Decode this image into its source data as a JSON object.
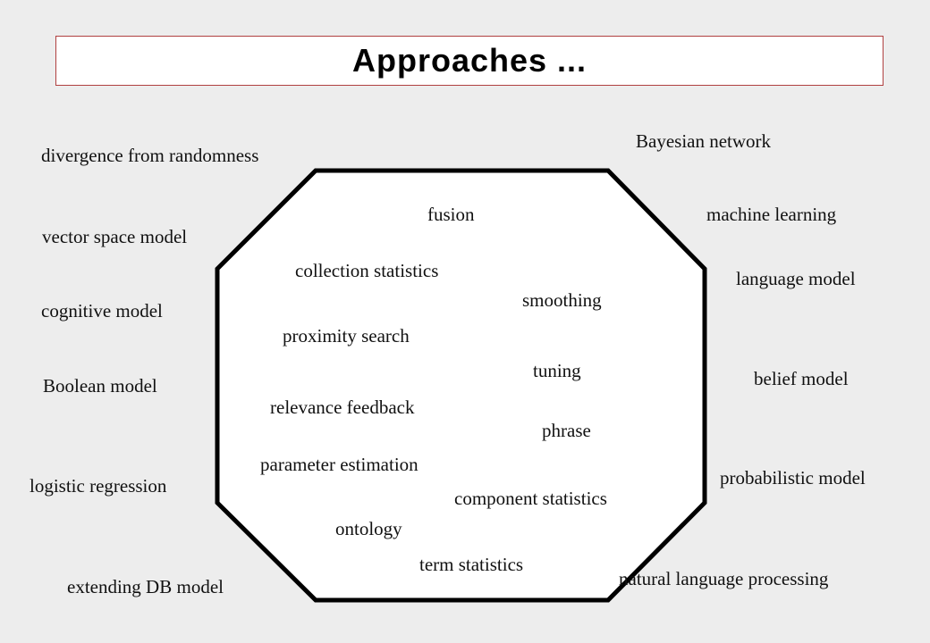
{
  "title": "Approaches ...",
  "colors": {
    "background": "#ededed",
    "title_border": "#b04040",
    "outline": "#000000"
  },
  "outer_terms": {
    "divergence_from_randomness": "divergence from randomness",
    "vector_space_model": "vector space model",
    "cognitive_model": "cognitive model",
    "boolean_model": "Boolean model",
    "logistic_regression": "logistic regression",
    "extending_db_model": "extending DB model",
    "bayesian_network": "Bayesian network",
    "machine_learning": "machine learning",
    "language_model": "language model",
    "belief_model": "belief model",
    "probabilistic_model": "probabilistic model",
    "natural_language_processing": "natural language processing"
  },
  "inner_terms": {
    "fusion": "fusion",
    "collection_statistics": "collection statistics",
    "smoothing": "smoothing",
    "proximity_search": "proximity search",
    "tuning": "tuning",
    "relevance_feedback": "relevance feedback",
    "phrase": "phrase",
    "parameter_estimation": "parameter estimation",
    "component_statistics": "component statistics",
    "ontology": "ontology",
    "term_statistics": "term statistics"
  }
}
